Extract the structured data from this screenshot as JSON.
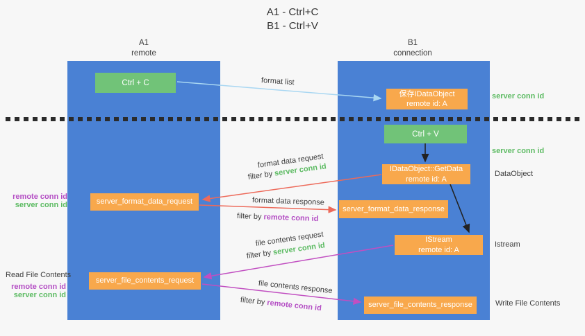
{
  "title": {
    "line1": "A1 - Ctrl+C",
    "line2": "B1 - Ctrl+V"
  },
  "columns": {
    "left": {
      "id": "A1",
      "name": "remote"
    },
    "right": {
      "id": "B1",
      "name": "connection"
    }
  },
  "boxes": {
    "ctrl_c": {
      "label": "Ctrl + C"
    },
    "ctrl_v": {
      "label": "Ctrl + V"
    },
    "save_dataobject": {
      "line1": "保存IDataObject",
      "line2": "remote id: A"
    },
    "getdata": {
      "line1": "IDataObject::GetData",
      "line2": "remote id: A"
    },
    "istream": {
      "line1": "IStream",
      "line2": "remote id: A"
    },
    "format_request": {
      "label": "server_format_data_request"
    },
    "format_response": {
      "label": "server_format_data_response"
    },
    "file_request": {
      "label": "server_file_contents_request"
    },
    "file_response": {
      "label": "server_file_contents_response"
    }
  },
  "side_labels": {
    "server_conn_id_top": "server conn id",
    "server_conn_id_mid": "server conn id",
    "dataobject": "DataObject",
    "istream": "Istream",
    "write_file_contents": "Write File Contents",
    "read_file_contents": "Read File Contents",
    "group1": {
      "remote": "remote conn id",
      "server": "server conn id"
    },
    "group2": {
      "remote": "remote conn id",
      "server": "server conn id"
    }
  },
  "arrow_labels": {
    "format_list": "format list",
    "format_data_request": "format data request",
    "format_data_response": "format data response",
    "file_contents_request": "file contents request",
    "file_contents_response": "file contents response",
    "filter_by": "filter by",
    "server_conn_id": "server conn id",
    "remote_conn_id": "remote conn id"
  },
  "colors": {
    "column_blue": "#4a81d4",
    "box_green": "#71c378",
    "box_orange": "#f8a84c",
    "arrow_lightblue": "#a9d7f2",
    "arrow_red": "#ed6a5a",
    "arrow_magenta": "#c14fc1",
    "arrow_black": "#222222",
    "label_green": "#5dbb63",
    "label_purple": "#b44ec4",
    "text_dark": "#3c3c3c"
  }
}
